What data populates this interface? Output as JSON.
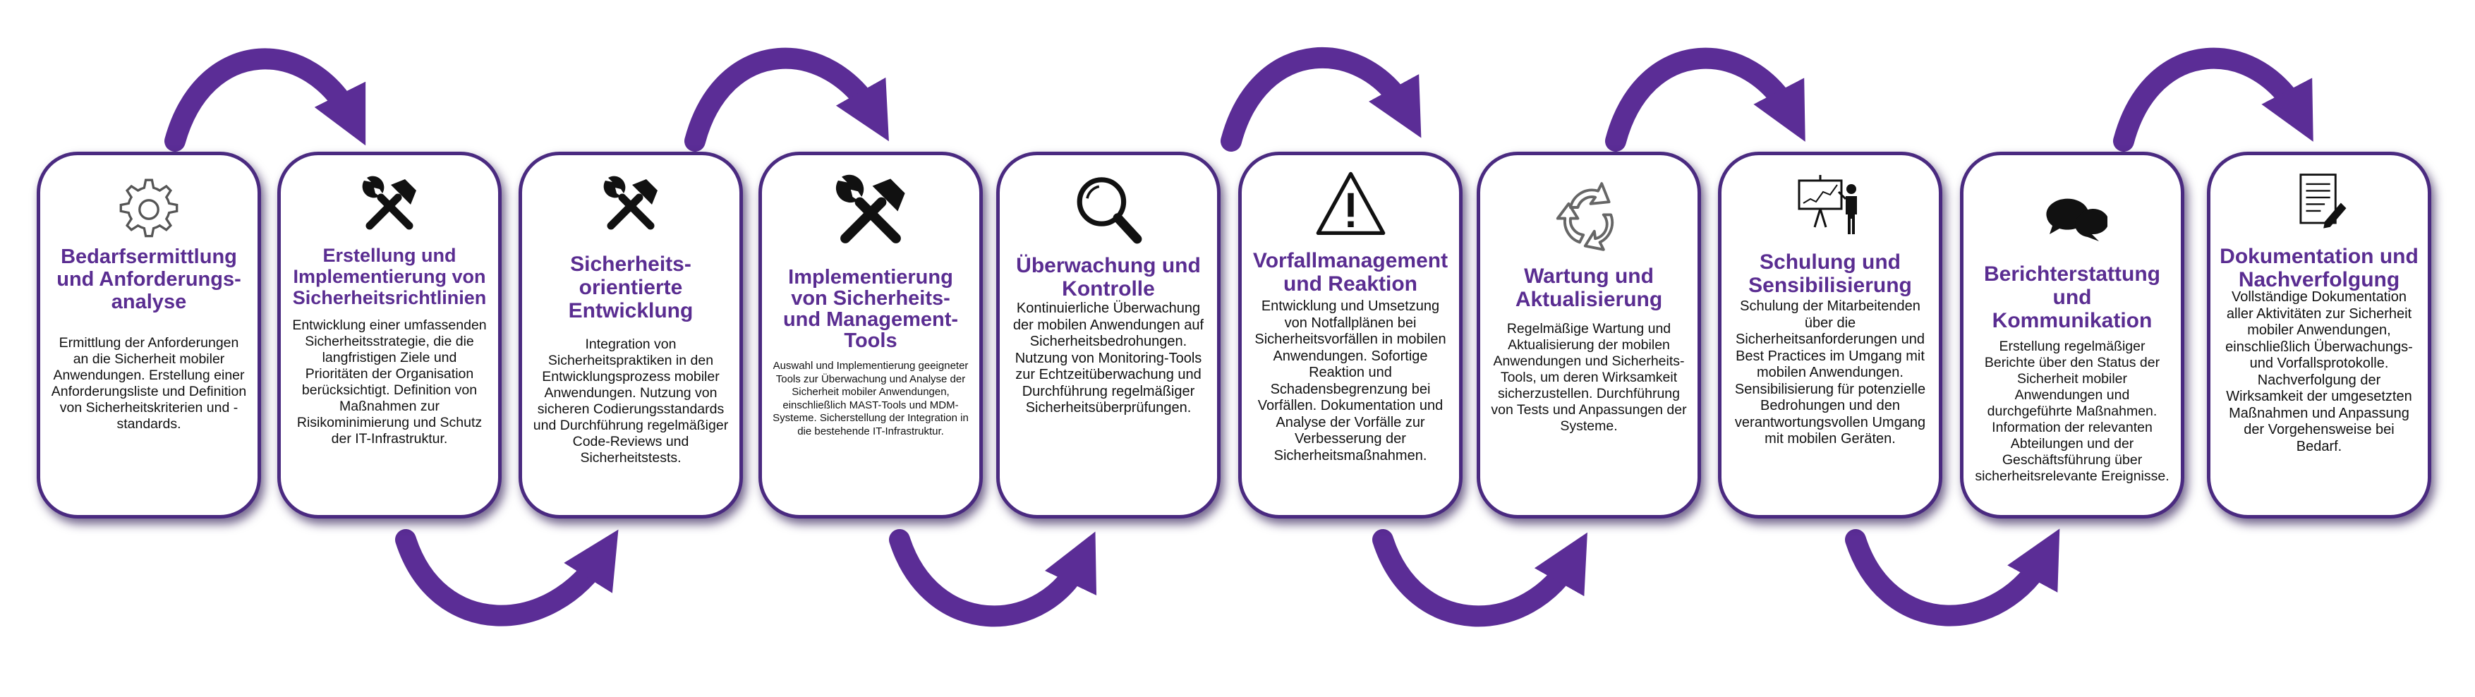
{
  "colors": {
    "accent": "#5a2d91",
    "border": "#4a2a80",
    "arrow": "#5b2d96",
    "text": "#111111"
  },
  "steps": [
    {
      "icon": "gear-icon",
      "title": "Bedarfsermittlung und Anforderungs-analyse",
      "description": "Ermittlung der Anforderungen an die Sicherheit mobiler Anwendungen. Erstellung einer Anforderungsliste und Definition von Sicherheitskriterien und -standards."
    },
    {
      "icon": "tools-icon",
      "title": "Erstellung und Implementierung von Sicherheitsrichtlinien",
      "description": "Entwicklung einer umfassenden Sicherheitsstrategie, die die langfristigen Ziele und Prioritäten der Organisation berücksichtigt. Definition von Maßnahmen zur Risikominimierung und Schutz der IT-Infrastruktur."
    },
    {
      "icon": "tools-icon",
      "title": "Sicherheits-orientierte Entwicklung",
      "description": "Integration von Sicherheitspraktiken in den Entwicklungsprozess mobiler Anwendungen. Nutzung von sicheren Codierungsstandards und Durchführung regelmäßiger Code-Reviews und Sicherheitstests."
    },
    {
      "icon": "tools-icon",
      "title": "Implementierung von Sicherheits-und Management-Tools",
      "description": "Auswahl und Implementierung geeigneter Tools zur Überwachung und Analyse der Sicherheit mobiler Anwendungen, einschließlich MAST-Tools und MDM-Systeme. Sicherstellung der Integration in die bestehende IT-Infrastruktur."
    },
    {
      "icon": "magnifier-icon",
      "title": "Überwachung und Kontrolle",
      "description": "Kontinuierliche Überwachung der mobilen Anwendungen auf Sicherheitsbedrohungen. Nutzung von Monitoring-Tools zur Echtzeitüberwachung und Durchführung regelmäßiger Sicherheitsüberprüfungen."
    },
    {
      "icon": "warning-icon",
      "title": "Vorfallmanagement und Reaktion",
      "description": "Entwicklung und Umsetzung von Notfallplänen bei Sicherheitsvorfällen in mobilen Anwendungen. Sofortige Reaktion und Schadensbegrenzung bei Vorfällen. Dokumentation und Analyse der Vorfälle zur Verbesserung der Sicherheitsmaßnahmen."
    },
    {
      "icon": "recycle-icon",
      "title": "Wartung und Aktualisierung",
      "description": "Regelmäßige Wartung und Aktualisierung der mobilen Anwendungen und Sicherheits-Tools, um deren Wirksamkeit sicherzustellen. Durchführung von Tests und Anpassungen der Systeme."
    },
    {
      "icon": "presentation-icon",
      "title": "Schulung und Sensibilisierung",
      "description": "Schulung der Mitarbeitenden über die Sicherheitsanforderungen und Best Practices im Umgang mit mobilen Anwendungen. Sensibilisierung für potenzielle Bedrohungen und den verantwortungsvollen Umgang mit mobilen Geräten."
    },
    {
      "icon": "speech-bubbles-icon",
      "title": "Berichterstattung und Kommunikation",
      "description": "Erstellung regelmäßiger Berichte über den Status der Sicherheit mobiler Anwendungen und durchgeführte Maßnahmen. Information der relevanten Abteilungen und der Geschäftsführung über sicherheitsrelevante Ereignisse."
    },
    {
      "icon": "document-icon",
      "title": "Dokumentation und Nachverfolgung",
      "description": "Vollständige Dokumentation aller Aktivitäten zur Sicherheit mobiler Anwendungen, einschließlich Überwachungs- und Vorfallsprotokolle. Nachverfolgung der Wirksamkeit der umgesetzten Maßnahmen und Anpassung der Vorgehensweise bei Bedarf."
    }
  ]
}
